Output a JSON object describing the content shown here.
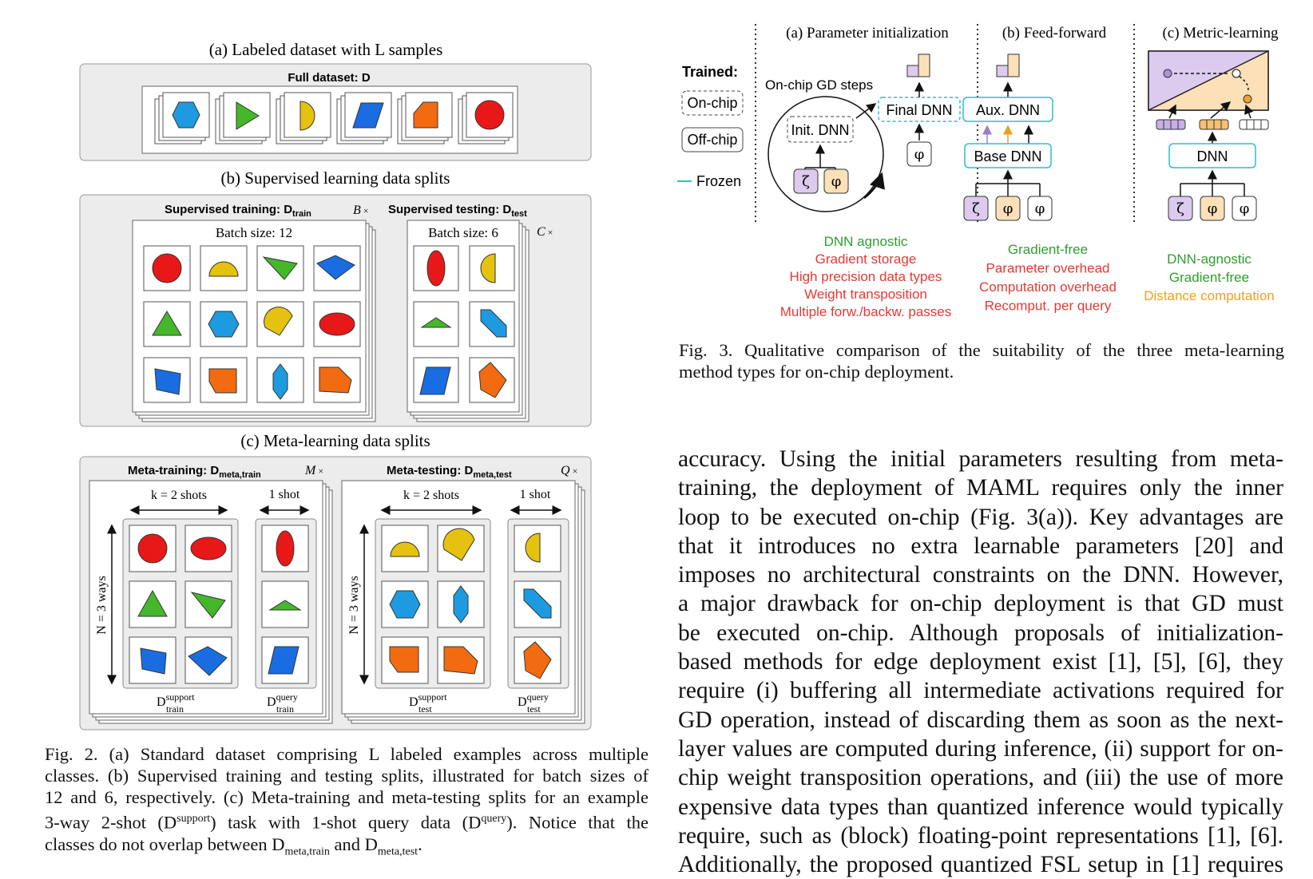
{
  "fig2": {
    "panel_a": {
      "title": "(a) Labeled dataset with L samples",
      "box_label": "Full dataset: D"
    },
    "panel_b": {
      "title": "(b) Supervised learning data splits",
      "train_label": "Supervised training: D",
      "train_sub": "train",
      "train_mult": "B",
      "test_label": "Supervised testing: D",
      "test_sub": "test",
      "test_mult": "C",
      "train_batch": "Batch size: 12",
      "test_batch": "Batch size: 6"
    },
    "panel_c": {
      "title": "(c) Meta-learning data splits",
      "train_label": "Meta-training: D",
      "train_sub": "meta,train",
      "train_mult": "M",
      "test_label": "Meta-testing: D",
      "test_sub": "meta,test",
      "test_mult": "Q",
      "k_shots": "k = 2 shots",
      "one_shot": "1 shot",
      "n_ways": "N = 3 ways",
      "support_train": "D",
      "support_train_sup": "support",
      "support_train_sub": "train",
      "query_train_sup": "query",
      "query_train_sub": "train",
      "support_test_sub": "test",
      "query_test_sub": "test"
    },
    "caption": {
      "line1": "Fig. 2. (a) Standard dataset comprising L labeled examples across multiple",
      "line2": "classes. (b) Supervised training and testing splits, illustrated for batch sizes of",
      "line3": "12 and 6, respectively. (c) Meta-training and meta-testing splits for an example",
      "line4_a": "3-way 2-shot (D",
      "line4_sup1": "support",
      "line4_b": ") task with 1-shot query data (D",
      "line4_sup2": "query",
      "line4_c": "). Notice that the",
      "line5_a": "classes do not overlap between D",
      "line5_sub1": "meta,train",
      "line5_b": " and D",
      "line5_sub2": "meta,test",
      "line5_c": "."
    }
  },
  "fig3": {
    "trained_label": "Trained:",
    "legend_onchip": "On-chip",
    "legend_offchip": "Off-chip",
    "legend_frozen": "Frozen",
    "col_a_title": "(a) Parameter initialization",
    "col_b_title": "(b) Feed-forward",
    "col_c_title": "(c) Metric-learning",
    "gd_steps": "On-chip GD steps",
    "init_dnn": "Init. DNN",
    "final_dnn": "Final DNN",
    "aux_dnn": "Aux. DNN",
    "base_dnn": "Base DNN",
    "dnn": "DNN",
    "zeta": "ζ",
    "phi": "φ",
    "col_a_props": [
      {
        "text": "DNN agnostic",
        "color": "#2e9e2e"
      },
      {
        "text": "Gradient storage",
        "color": "#e53935"
      },
      {
        "text": "High precision data types",
        "color": "#e53935"
      },
      {
        "text": "Weight transposition",
        "color": "#e53935"
      },
      {
        "text": "Multiple forw./backw. passes",
        "color": "#e53935"
      }
    ],
    "col_b_props": [
      {
        "text": "Gradient-free",
        "color": "#2e9e2e"
      },
      {
        "text": "Parameter overhead",
        "color": "#e53935"
      },
      {
        "text": "Computation overhead",
        "color": "#e53935"
      },
      {
        "text": "Recomput. per query",
        "color": "#e53935"
      }
    ],
    "col_c_props": [
      {
        "text": "DNN-agnostic",
        "color": "#2e9e2e"
      },
      {
        "text": "Gradient-free",
        "color": "#2e9e2e"
      },
      {
        "text": "Distance computation",
        "color": "#f0a020"
      }
    ],
    "caption_line1": "Fig. 3. Qualitative comparison of the suitability of the three meta-learning",
    "caption_line2": "method types for on-chip deployment."
  },
  "body": {
    "lines": [
      "accuracy. Using the initial parameters resulting from meta-",
      "training, the deployment of MAML requires only the inner",
      "loop to be executed on-chip (Fig. 3(a)). Key advantages are",
      "that it introduces no extra learnable parameters [20] and",
      "imposes no architectural constraints on the DNN. However,",
      "a major drawback for on-chip deployment is that GD must",
      "be executed on-chip. Although proposals of initialization-",
      "based methods for edge deployment exist [1], [5], [6], they",
      "require (i) buffering all intermediate activations required for",
      "GD operation, instead of discarding them as soon as the next-",
      "layer values are computed during inference, (ii) support for on-",
      "chip weight transposition operations, and (iii) the use of more",
      "expensive data types than quantized inference would typically",
      "require, such as (block) floating-point representations [1], [6].",
      "Additionally, the proposed quantized FSL setup in [1] requires"
    ]
  }
}
